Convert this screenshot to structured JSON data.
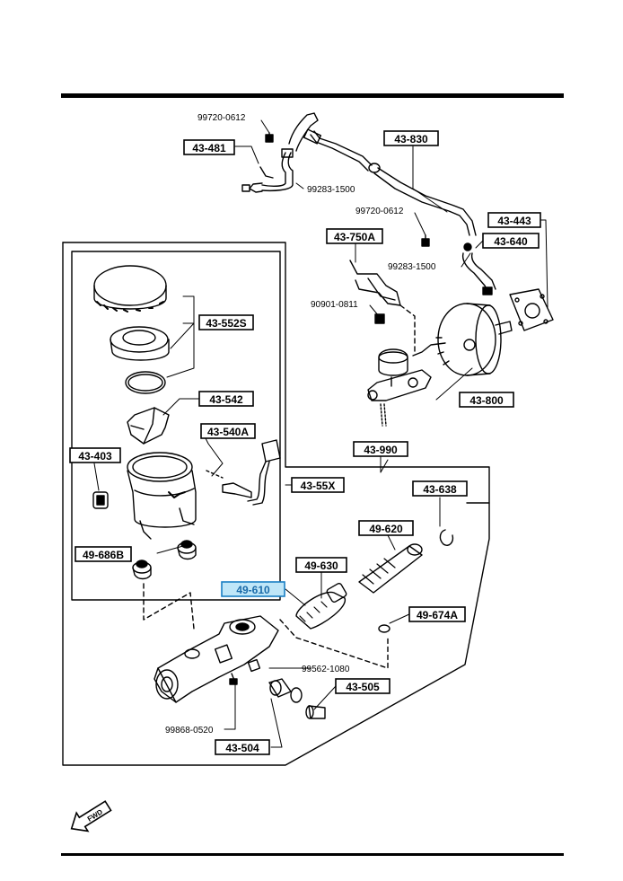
{
  "diagram": {
    "part_labels": {
      "p43_481": "43-481",
      "p43_830": "43-830",
      "p43_443": "43-443",
      "p43_640": "43-640",
      "p43_750a": "43-750A",
      "p43_552s": "43-552S",
      "p43_542": "43-542",
      "p43_540a": "43-540A",
      "p43_800": "43-800",
      "p43_403": "43-403",
      "p43_990": "43-990",
      "p43_55x": "43-55X",
      "p43_638": "43-638",
      "p49_620": "49-620",
      "p49_686b": "49-686B",
      "p49_630": "49-630",
      "p49_610": "49-610",
      "p49_674a": "49-674A",
      "p43_505": "43-505",
      "p43_504": "43-504"
    },
    "captions": {
      "c99720_top": "99720-0612",
      "c99283_top": "99283-1500",
      "c99720_mid": "99720-0612",
      "c99283_mid": "99283-1500",
      "c90901": "90901-0811",
      "c99562": "99562-1080",
      "c99868": "99868-0520"
    },
    "highlighted_part": "49-610",
    "highlight_color": "#bfe6f8",
    "highlight_border": "#1a7fc4",
    "fwd_label": "FWD"
  }
}
